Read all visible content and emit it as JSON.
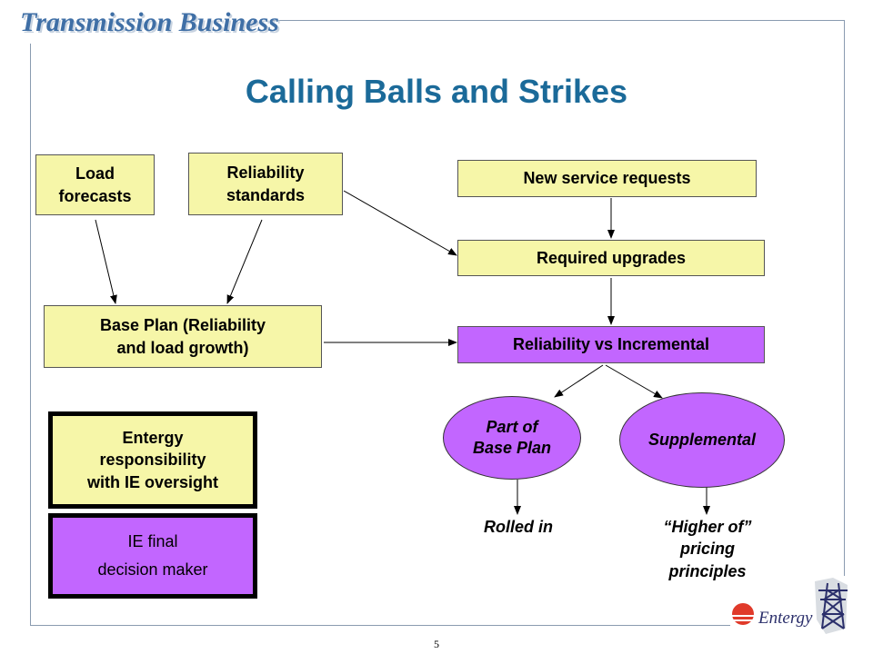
{
  "header": {
    "brand": "Transmission Business"
  },
  "slide": {
    "title": "Calling Balls and Strikes",
    "page_number": "5"
  },
  "nodes": {
    "load_forecasts": {
      "line1": "Load",
      "line2": "forecasts"
    },
    "reliability_standards": {
      "line1": "Reliability",
      "line2": "standards"
    },
    "new_service_requests": "New service requests",
    "required_upgrades": "Required upgrades",
    "base_plan": {
      "line1": "Base Plan (Reliability",
      "line2": "and load growth)"
    },
    "reliability_vs_incremental": "Reliability vs Incremental",
    "part_of_base_plan": {
      "line1": "Part of",
      "line2": "Base Plan"
    },
    "supplemental": "Supplemental",
    "rolled_in": "Rolled in",
    "higher_of": {
      "line1": "“Higher of”",
      "line2": "pricing",
      "line3": "principles"
    }
  },
  "legend": {
    "entergy": {
      "line1": "Entergy",
      "line2": "responsibility",
      "line3": "with IE oversight"
    },
    "ie": {
      "line1": "IE final",
      "line2": "decision maker"
    }
  },
  "logo": {
    "name": "Entergy",
    "icon": "transmission-tower-icon"
  },
  "colors": {
    "yellow": "#f6f6a8",
    "purple": "#c266ff",
    "title": "#1b6a99",
    "brand": "#3f6fa6"
  }
}
